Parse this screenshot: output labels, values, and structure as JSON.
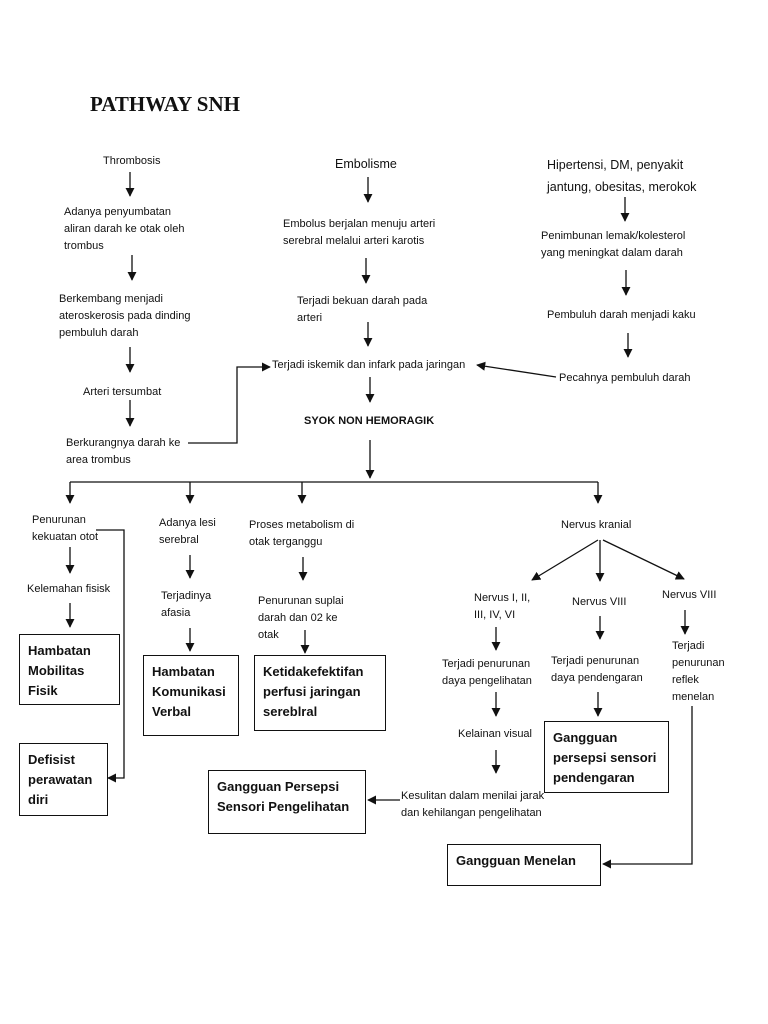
{
  "title": "PATHWAY SNH",
  "nodes": {
    "thrombosis": "Thrombosis",
    "penyumbatan": "Adanya penyumbatan\naliran darah ke otak oleh\ntrombus",
    "aterosklerosis": "Berkembang menjadi\nateroskerosis pada dinding\npembuluh darah",
    "arteri_tersumbat": "Arteri tersumbat",
    "berkurangnya": "Berkurangnya darah ke\narea trombus",
    "embolisme": "Embolisme",
    "embolus": "Embolus berjalan menuju arteri\nserebral melalui arteri karotis",
    "bekuan": "Terjadi bekuan darah pada\narteri",
    "iskemik": "Terjadi iskemik dan infark pada jaringan",
    "syok": "SYOK NON HEMORAGIK",
    "hipertensi": "Hipertensi, DM, penyakit\njantung, obesitas, merokok",
    "penimbunan": "Penimbunan lemak/kolesterol\nyang meningkat dalam darah",
    "kaku": "Pembuluh darah menjadi kaku",
    "pecahnya": "Pecahnya pembuluh darah",
    "penurunan_kekuatan": "Penurunan\nkekuatan otot",
    "kelemahan": "Kelemahan fisisk",
    "lesi": "Adanya lesi\nserebral",
    "afasia": "Terjadinya\nafasia",
    "metabolisme": "Proses metabolism di\notak terganggu",
    "suplai": "Penurunan suplai\ndarah dan 02 ke\notak",
    "nervus_kranial": "Nervus kranial",
    "nervus_1": "Nervus I, II,\nIII, IV, VI",
    "nervus_8a": "Nervus VIII",
    "nervus_8b": "Nervus VIII",
    "penglihatan": "Terjadi penurunan\ndaya pengelihatan",
    "pendengaran": "Terjadi penurunan\ndaya pendengaran",
    "reflek": "Terjadi\npenurunan\nreflek\nmenelan",
    "kelainan_visual": "Kelainan visual",
    "kesulitan": "Kesulitan dalam menilai jarak\ndan kehilangan pengelihatan"
  },
  "diagnoses": {
    "mobilitas": "Hambatan\nMobilitas\nFisik",
    "perawatan": "Defisist\nperawatan\ndiri",
    "komunikasi": "Hambatan\nKomunikasi\nVerbal",
    "perfusi": "Ketidakefektifan\nperfusi jaringan\nsereblral",
    "sensori_pendengaran": "Gangguan\npersepsi sensori\npendengaran",
    "sensori_penglihatan": "Gangguan Persepsi\nSensori Pengelihatan",
    "menelan": "Gangguan Menelan"
  }
}
